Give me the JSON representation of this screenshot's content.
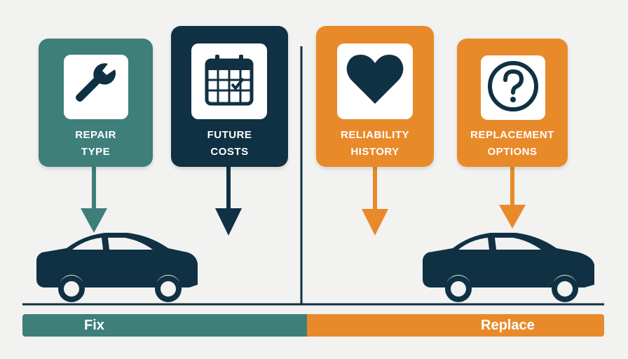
{
  "colors": {
    "teal": "#3e7f7a",
    "navy": "#0f3143",
    "orange": "#e98a2a",
    "background": "#f2f2f1"
  },
  "cards": [
    {
      "id": "repair-type",
      "line1": "Repair",
      "line2": "Type",
      "icon": "wrench-icon",
      "color": "teal"
    },
    {
      "id": "future-costs",
      "line1": "Future",
      "line2": "Costs",
      "icon": "calendar-icon",
      "color": "navy"
    },
    {
      "id": "reliability-history",
      "line1": "Reliability",
      "line2": "History",
      "icon": "heart-icon",
      "color": "orange"
    },
    {
      "id": "replacement-options",
      "line1": "Replacement",
      "line2": "Options",
      "icon": "question-mark-icon",
      "color": "orange"
    }
  ],
  "bar": {
    "left_label": "Fix",
    "right_label": "Replace"
  }
}
